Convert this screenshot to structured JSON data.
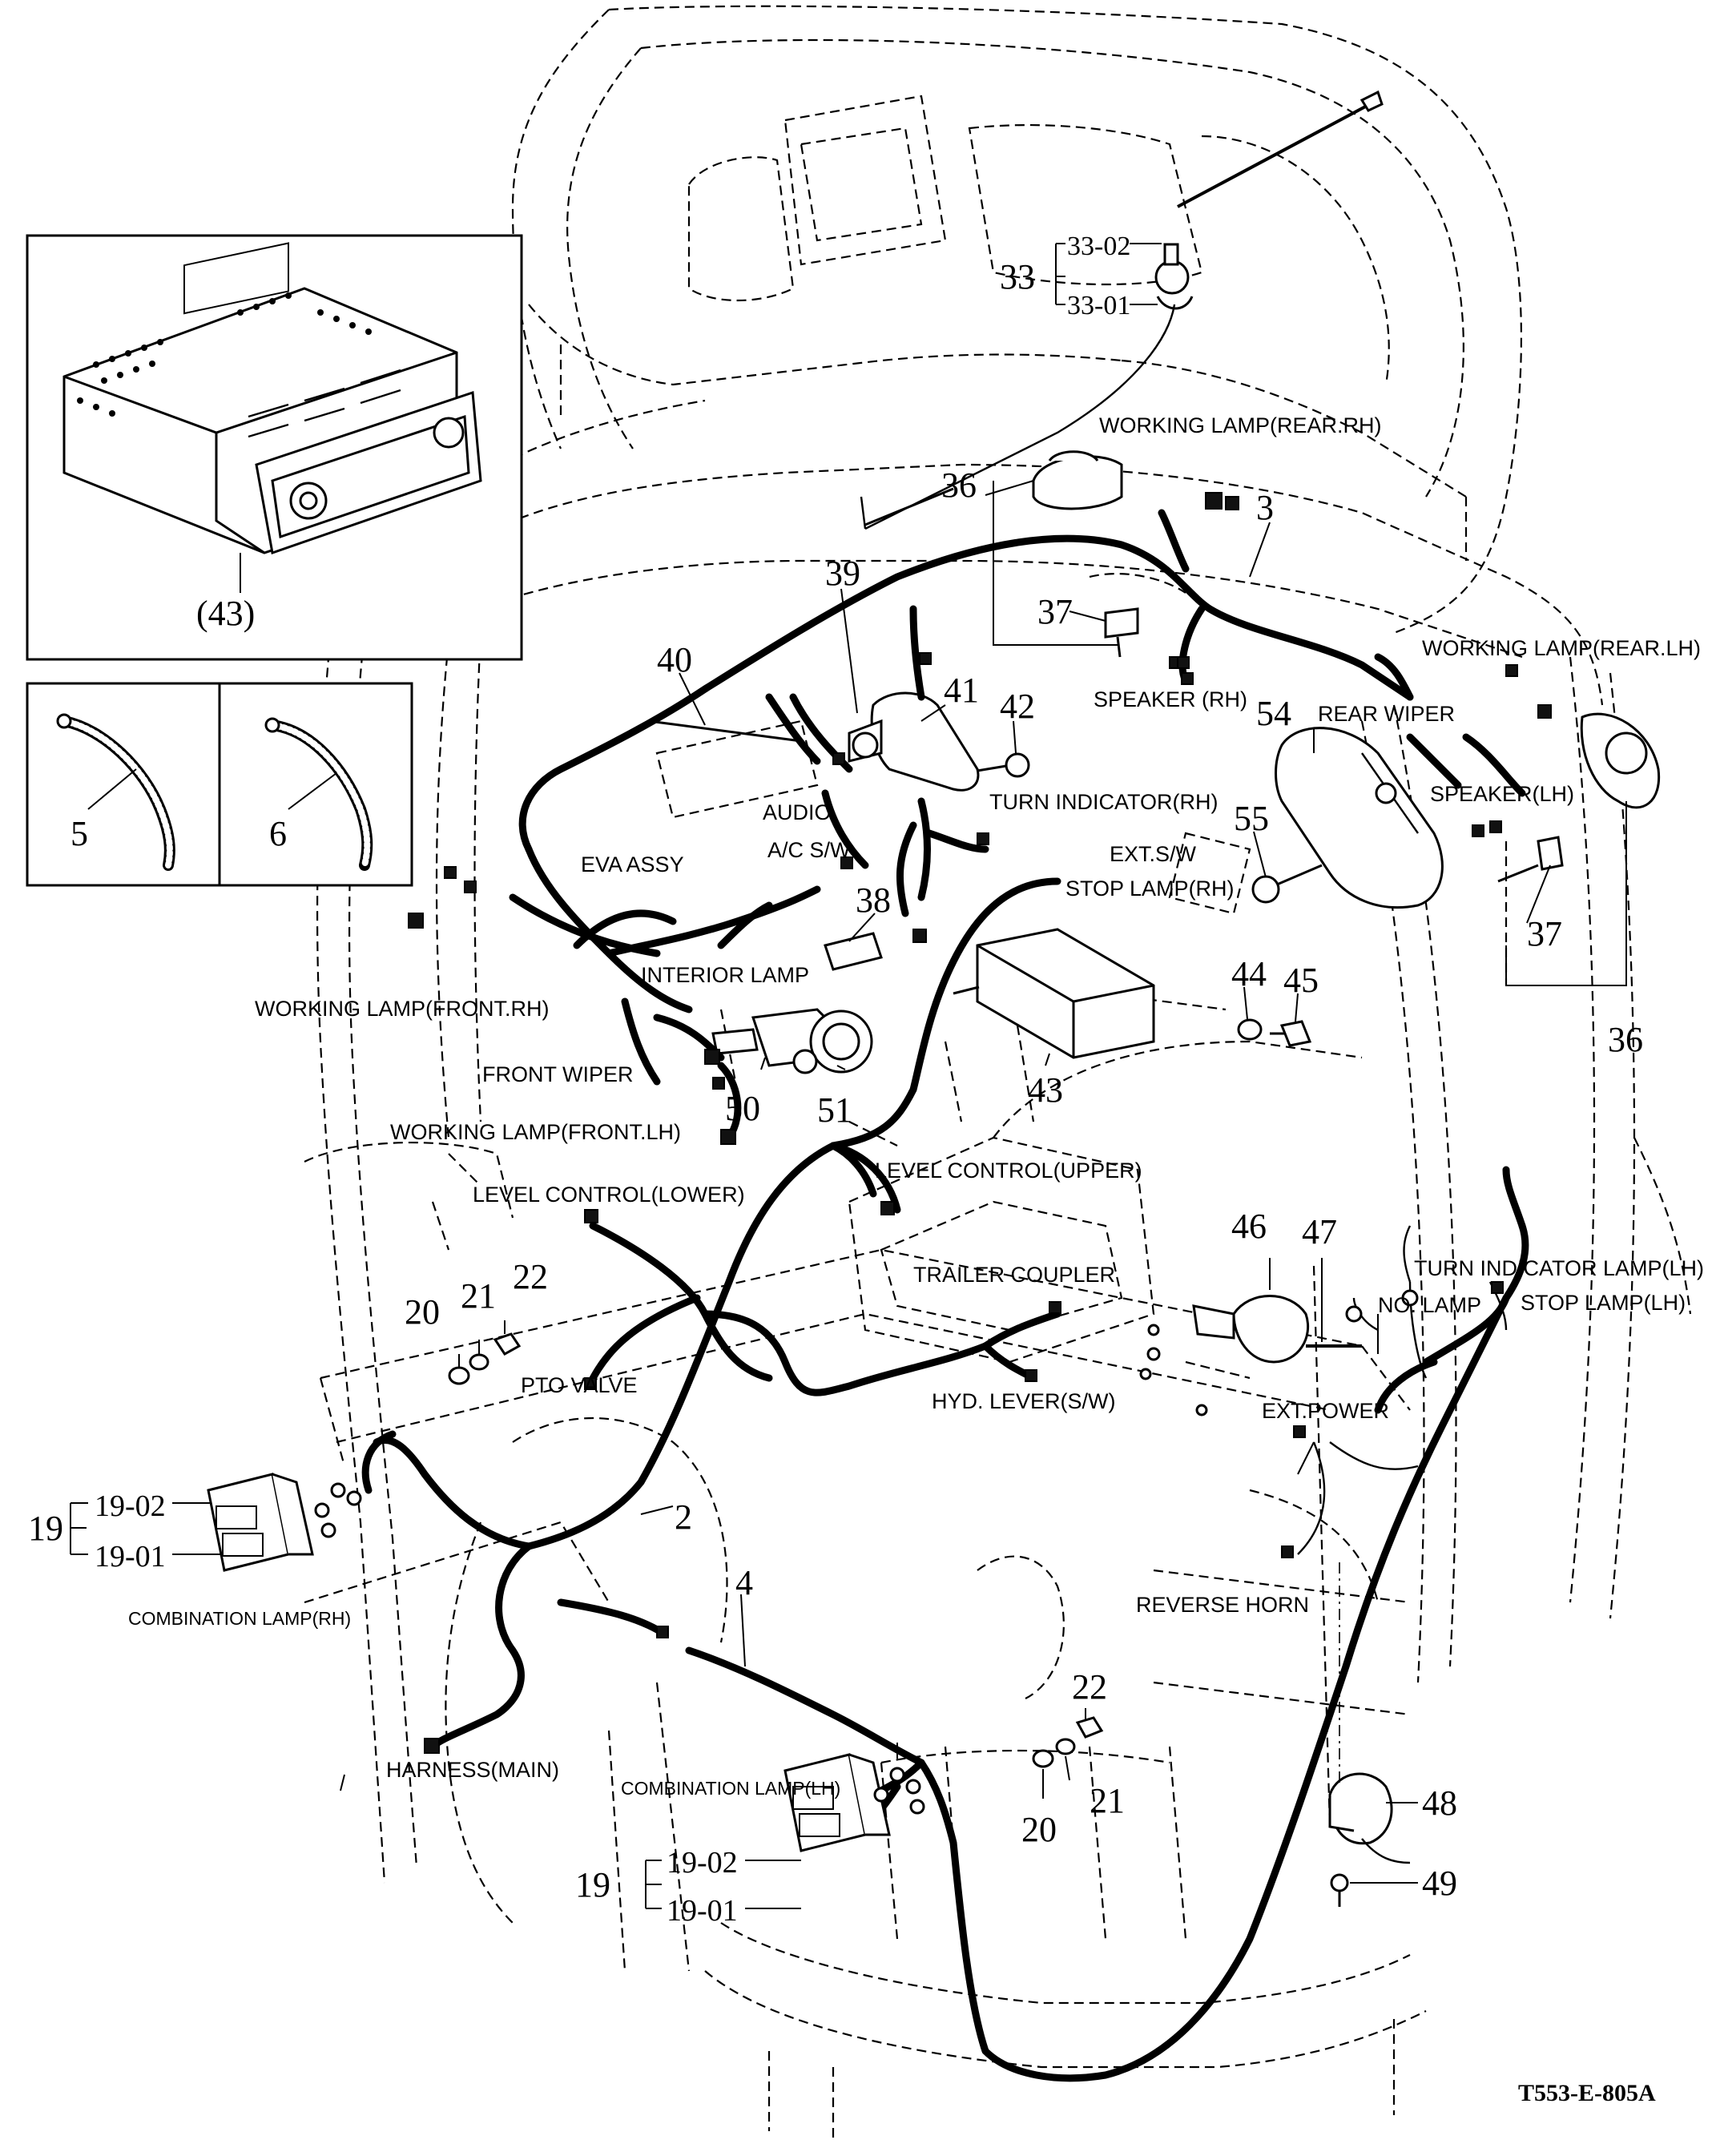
{
  "drawing_code": "T553-E-805A",
  "callouts": {
    "c2": "2",
    "c3": "3",
    "c4": "4",
    "c5": "5",
    "c6": "6",
    "c19a": "19",
    "c19_02a": "19-02",
    "c19_01a": "19-01",
    "c19b": "19",
    "c19_02b": "19-02",
    "c19_01b": "19-01",
    "c20a": "20",
    "c21a": "21",
    "c22a": "22",
    "c20b": "20",
    "c21b": "21",
    "c22b": "22",
    "c33": "33",
    "c33_02": "33-02",
    "c33_01": "33-01",
    "c36a": "36",
    "c36b": "36",
    "c37a": "37",
    "c37b": "37",
    "c38": "38",
    "c39": "39",
    "c40": "40",
    "c41": "41",
    "c42": "42",
    "c43": "43",
    "c43_inset": "(43)",
    "c44": "44",
    "c45": "45",
    "c46": "46",
    "c47": "47",
    "c48": "48",
    "c49": "49",
    "c50": "50",
    "c51": "51",
    "c54": "54",
    "c55": "55"
  },
  "labels": {
    "working_lamp_rear_rh": "WORKING LAMP(REAR.RH)",
    "working_lamp_rear_lh": "WORKING LAMP(REAR.LH)",
    "speaker_rh": "SPEAKER (RH)",
    "speaker_lh": "SPEAKER(LH)",
    "rear_wiper": "REAR WIPER",
    "audio": "AUDIO",
    "ac_sw": "A/C S/W",
    "turn_indicator_rh": "TURN INDICATOR(RH)",
    "ext_sw": "EXT.S/W",
    "stop_lamp_rh": "STOP LAMP(RH)",
    "eva_assy": "EVA ASSY",
    "interior_lamp": "INTERIOR LAMP",
    "working_lamp_front_rh": "WORKING LAMP(FRONT.RH)",
    "front_wiper": "FRONT WIPER",
    "working_lamp_front_lh": "WORKING LAMP(FRONT.LH)",
    "level_control_upper": "LEVEL CONTROL(UPPER)",
    "level_control_lower": "LEVEL CONTROL(LOWER)",
    "trailer_coupler": "TRAILER COUPLER",
    "pto_valve": "PTO VALVE",
    "hyd_lever_sw": "HYD. LEVER(S/W)",
    "turn_indicator_lamp_lh": "TURN INDICATOR LAMP(LH)",
    "no_lamp": "NO. LAMP",
    "stop_lamp_lh": "STOP LAMP(LH)",
    "ext_power": "EXT.POWER",
    "reverse_horn": "REVERSE HORN",
    "combination_lamp_rh": "COMBINATION LAMP(RH)",
    "combination_lamp_lh": "COMBINATION LAMP(LH)",
    "harness_main": "HARNESS(MAIN)"
  },
  "icons": {
    "radio": "car-radio-icon",
    "harness_piece": "cable-icon",
    "lamp": "combination-lamp-icon",
    "horn": "horn-icon",
    "speaker": "speaker-icon"
  }
}
